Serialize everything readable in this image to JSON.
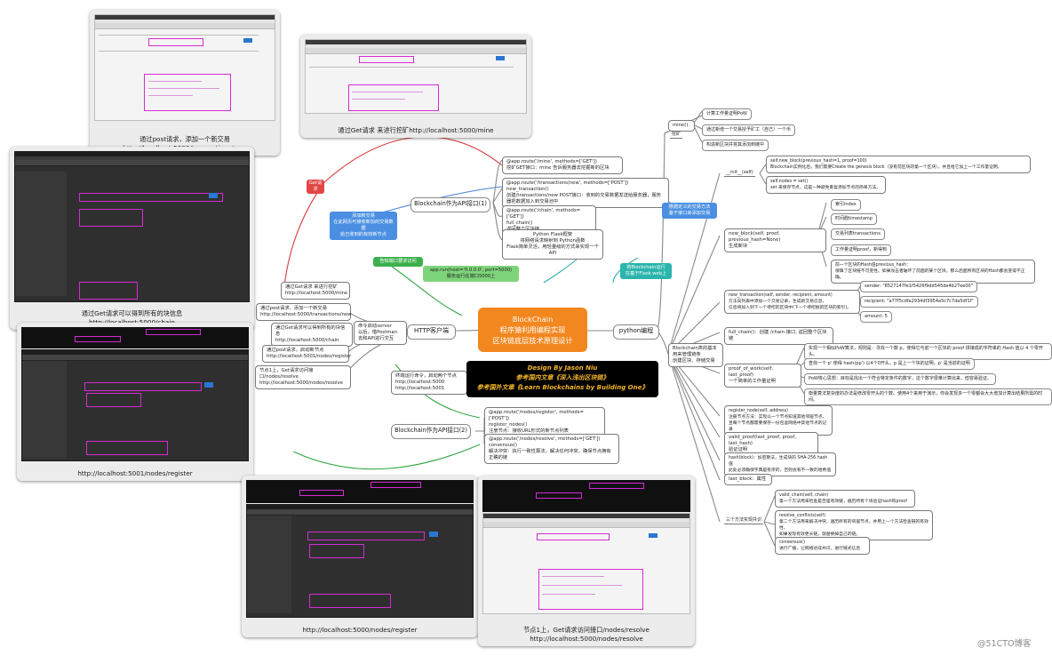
{
  "captions": {
    "post_transactions": "通过post请求，添加一个新交易\nhttp://localhost:5000/transactions/new",
    "get_mine": "通过Get请求 来进行挖矿http://localhost:5000/mine",
    "get_chain": "通过Get请求可以得到所有的块信息\nhttp://localhost:5000/chain",
    "register_5001": "http://localhost:5001/nodes/register",
    "register_5000": "http://localhost:5000/nodes/register",
    "resolve": "节点1上，Get请求访问接口/nodes/resolve\nhttp://localhost:5000/nodes/resolve"
  },
  "center": {
    "title": "BlockChain\n程序猿利用编程实现\n区块链底层技术原理设计",
    "left_branch": "HTTP客户端",
    "right_branch": "python编程"
  },
  "credits": {
    "line1": "Design By Jason Niu",
    "line2": "参考国内文章《深入浅出区块链》",
    "line3": "参考国外文章《Learn Blockchains by Building One》"
  },
  "api1": {
    "label": "Blockchain作为API接口(1)",
    "route_mine": "@app.route('/mine', methods=['GET'])\n挖矿GET接口：mine 告诉服务器去挖掘新的区块",
    "route_tx": "@app.route('/transactions/new', methods=['POST'])\nnew_transaction()\n创建/transactions/new POST接口：收到的交易数据发送给服务器，服务器把数据加入到交易池中",
    "route_chain": "@app.route('/chain', methods=['GET'])\nfull_chain()\n返回整个区块链",
    "flask": "Python Flask框架\n将网络请求映射到 Python函数\nFlask简单灵活，用轻量级的方式来实现一个API"
  },
  "api2": {
    "label": "Blockchain作为API接口(2)",
    "route_register": "@app.route('/nodes/register', methods=['POST'])\nregister_nodes()\n注册节点：接收URL形式的新节点列表",
    "route_resolve": "@app.route('/nodes/resolve', methods=['GET'])\nconsensus()\n解决冲突：执行一致性算法，解决任何冲突，确保节点拥有正确的链"
  },
  "http_leaves": {
    "get_mine": "通过Get请求 来进行挖矿\nhttp://localhost:5000/mine",
    "post_tx": "通过post请求，添加一个新交易\nhttp://localhost:5000/transactions/new",
    "get_chain": "通过Get请求可以得到所有的块信息\nhttp://localhost:5000/chain",
    "post_register": "通过post请求，启动新节点\nhttp://localhost:5001/nodes/register",
    "resolve": "节点1上，Get请求访问接口/nodes/resolve\nhttp://localhost:5000/nodes/resolve",
    "postman": "命令启动server\n以后，借Postman\n去和API进行交互",
    "terminal": "终端运行命令，启动两个节点\nhttp://localhost:5000\nhttp://localhost:5001"
  },
  "callouts": {
    "red": "Get请求",
    "blue_left": "添加新交易\n在此网页可接收新加的交易数据\n给已收到的有效新节点",
    "green": "告知端口要求访问",
    "green_app": "app.run(host='0.0.0.0', port=5000)\n服务运行在端口5000上",
    "blue_right": "根据定义的交易方法\n基于接口来添加交易",
    "teal": "将Blockchain运行\n在基于Flask web上"
  },
  "python": {
    "mine_label": "mine()",
    "mine_sub": "挖矿",
    "mine_items": [
      "计算工作量证明PoW",
      "通过新增一个交易授予矿工（自己）一个币",
      "构造新区块并将其添加到链中"
    ],
    "init": "__init__(self)",
    "init_items": [
      "self.new_block(previous_hash=1, proof=100)\nBlockchain实例化后，我们需要Create the genesis block（没有前区块的第一个区块），并且给它加上一个工作量证明。",
      "self.nodes = set()\nset 来保存节点，这是一种避免重复添加节点的简单方法。"
    ],
    "new_block": "new_block(self, proof, previous_hash=None)\n生成新块",
    "new_block_items": [
      "索引index",
      "时间戳timestamp",
      "交易列表transactions",
      "工作量证明proof，新得到",
      "前一个区块的Hash值previous_hash：\n保障了区块链不可变性。如果攻击者破坏了前面的某个区块，那么后面所有区块的Hash都会变得不正确。"
    ],
    "new_transaction": "new_transaction(self, sender, recipient, amount)\n方法向列表中添加一个交易记录，生成新交易信息，\n信息将加入到下一个待挖的区块中(下一个待挖掘的区块的索引)。",
    "tx_items": [
      "sender: \"8527147fe1f5426f9dd545de4b27ee00\"",
      "recipient: \"a77f5cdfa2934df3954a5c7c7da5df1f\"",
      "amount: 5"
    ],
    "full_chain": "full_chain()：创建 /chain 接口, 返回整个区块链",
    "wrap_note": "Blockchain类的基本\n用来管理链条\n创建区块、存储交易",
    "pow": "proof_of_work(self, last_proof)\n一个简单的工作量证明",
    "pow_items": [
      "实现一个相似PoW算法，规则是：寻找一个数 p，使得它与前一个区块的 proof 拼接成的字符串的 Hash 值以 4 个零开头。",
      "查找一个 p' 使得 hash(pp') 以4个0开头，p 是上一个块的证明，p' 是当前的证明",
      "PoW核心思想：目标是找出一个符合特定条件的数字，这个数字很难计算出来，但容易验证。",
      "衡量算法复杂度的办法是修改零开头的个数。使用4个来用于演示，你会发现多一个零都会大大增加计算出结果所需的时间。"
    ],
    "register_node": "register_node(self, address)\n注册节点方法：实现以一个节点知道其他邻居节点，\n且每个节点都需要保存一份包含网络中其他节点的记录",
    "valid_proof": "valid_proof(last_proof, proof, last_hash)\n验证证明",
    "hash": "hash(block)：加密算法，生成块的 SHA-256 hash值\n此处必须确保字典是有序的，否则会有不一致的哈希值",
    "last_block": "last_block：属性",
    "consensus_label": "三个方法实现共识",
    "consensus_items": [
      "valid_chain(self, chain)\n第一个方法用来检查是否是有效链，遍历所有个块验证hash和proof",
      "resolve_conflicts(self)\n第二个方法用来解决冲突，遍历所有的邻居节点，并用上一个方法检查链的有效性，\n如果发现有效更长链，就替换掉自己的链。",
      "consensus()\n进行广播，让网络达成共识，进行链式信息"
    ]
  },
  "watermark": "@51CTO博客"
}
